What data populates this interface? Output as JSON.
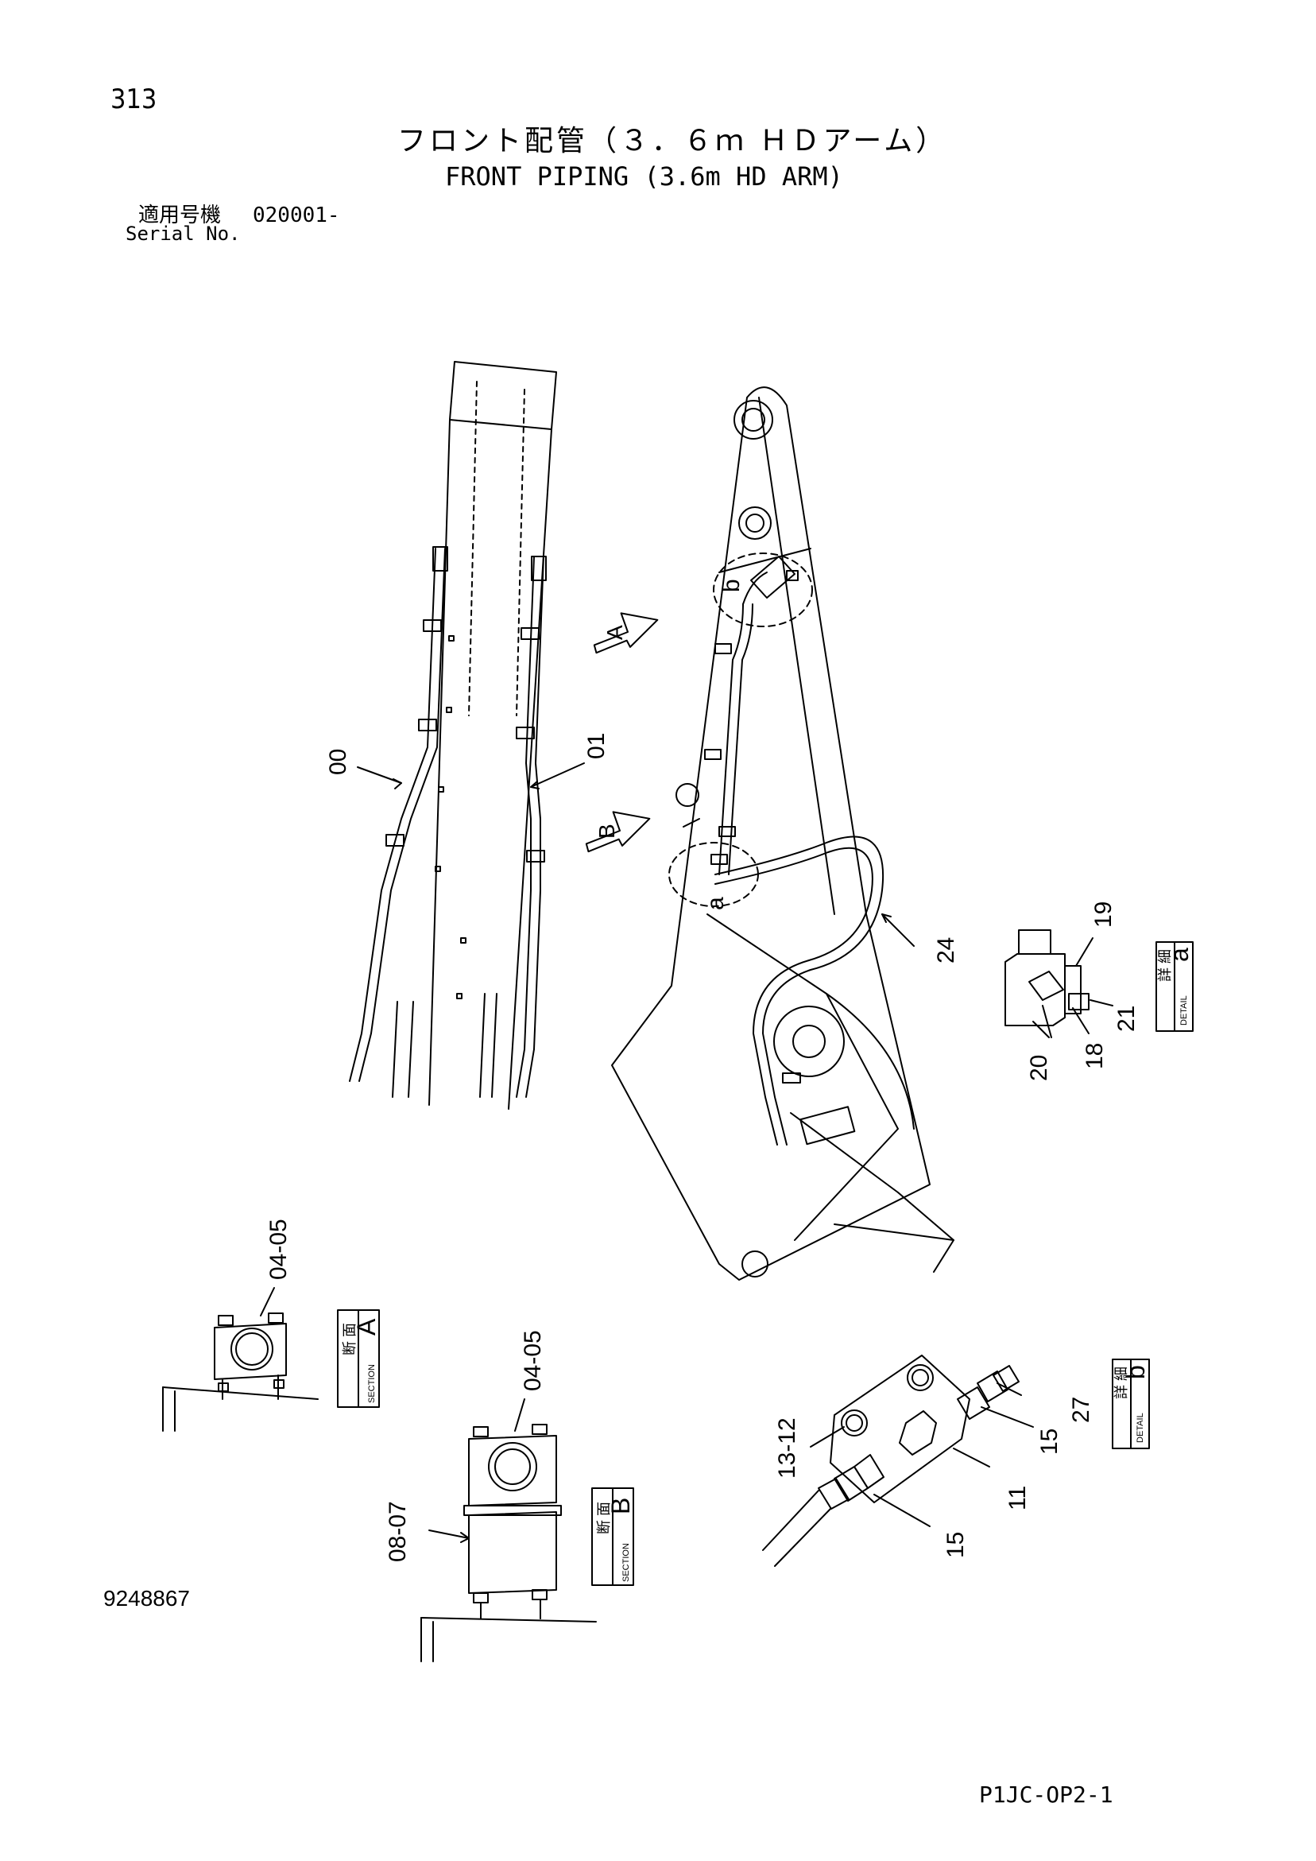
{
  "header": {
    "page_number": "313",
    "title_jp": "フロント配管（３．６ｍ ＨＤアーム）",
    "title_en": "FRONT PIPING (3.6m HD ARM)",
    "serial_label_jp": "適用号機",
    "serial_code": "020001-",
    "serial_label_en": "Serial No."
  },
  "callouts": {
    "c00": "00",
    "c01": "01",
    "c24": "24",
    "c19": "19",
    "c20": "20",
    "c18": "18",
    "c21": "21",
    "c04_05_a": "04-05",
    "c04_05_b": "04-05",
    "c08_07": "08-07",
    "c13_12": "13-12",
    "c15_a": "15",
    "c15_b": "15",
    "c11": "11",
    "c27": "27",
    "mark_a": "a",
    "mark_b": "b",
    "arrow_A": "A",
    "arrow_B": "B"
  },
  "boxes": {
    "detail_a": {
      "jp": "詳 細",
      "en": "DETAIL",
      "letter": "a"
    },
    "section_A": {
      "jp": "断 面",
      "en": "SECTION",
      "letter": "A"
    },
    "section_B": {
      "jp": "断 面",
      "en": "SECTION",
      "letter": "B"
    },
    "detail_b": {
      "jp": "詳 細",
      "en": "DETAIL",
      "letter": "b"
    }
  },
  "footer": {
    "part_number": "9248867",
    "sheet_code": "P1JC-OP2-1"
  }
}
